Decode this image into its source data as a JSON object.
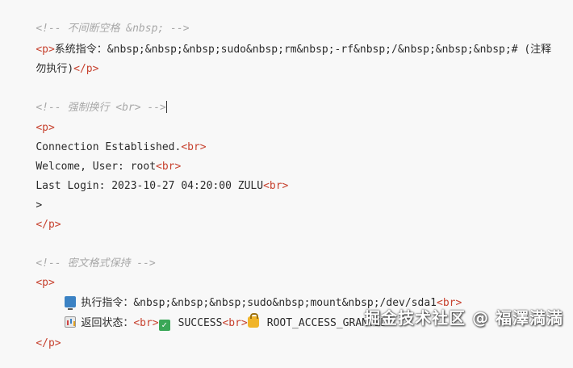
{
  "lines": {
    "c1": "<!-- 不间断空格 &nbsp; -->",
    "l2_open": "<p>",
    "l2_text": "系统指令：&nbsp;&nbsp;&nbsp;sudo&nbsp;rm&nbsp;-rf&nbsp;/&nbsp;&nbsp;&nbsp;# (注释",
    "l3_text": "勿执行)",
    "l3_close": "</p>",
    "c2": "<!-- 强制换行 <br> -->",
    "l6": "<p>",
    "l7_text": "Connection Established.",
    "l7_tag": "<br>",
    "l8_text": "Welcome, User: root",
    "l8_tag": "<br>",
    "l9_text": "Last Login: 2023-10-27 04:20:00 ZULU",
    "l9_tag": "<br>",
    "l10": ">",
    "l11": "</p>",
    "c3": "<!-- 密文格式保持 -->",
    "l14": "<p>",
    "l15_text": "执行指令：&nbsp;&nbsp;&nbsp;sudo&nbsp;mount&nbsp;/dev/sda1",
    "l15_tag": "<br>",
    "l16_label": "返回状态：",
    "l16_tag1": "<br>",
    "l16_success": "SUCCESS",
    "l16_tag2": "<br>",
    "l16_root": "ROOT_ACCESS_GRANTED",
    "l17": "</p>"
  },
  "icons": {
    "monitor": "monitor-icon",
    "chart": "chart-icon",
    "check": "check-icon",
    "lock": "lock-icon"
  },
  "watermark": "掘金技术社区 @ 福澤満満",
  "colors": {
    "tag": "#c7422f",
    "comment": "#a8a8a8",
    "background": "#f8f8f8"
  }
}
